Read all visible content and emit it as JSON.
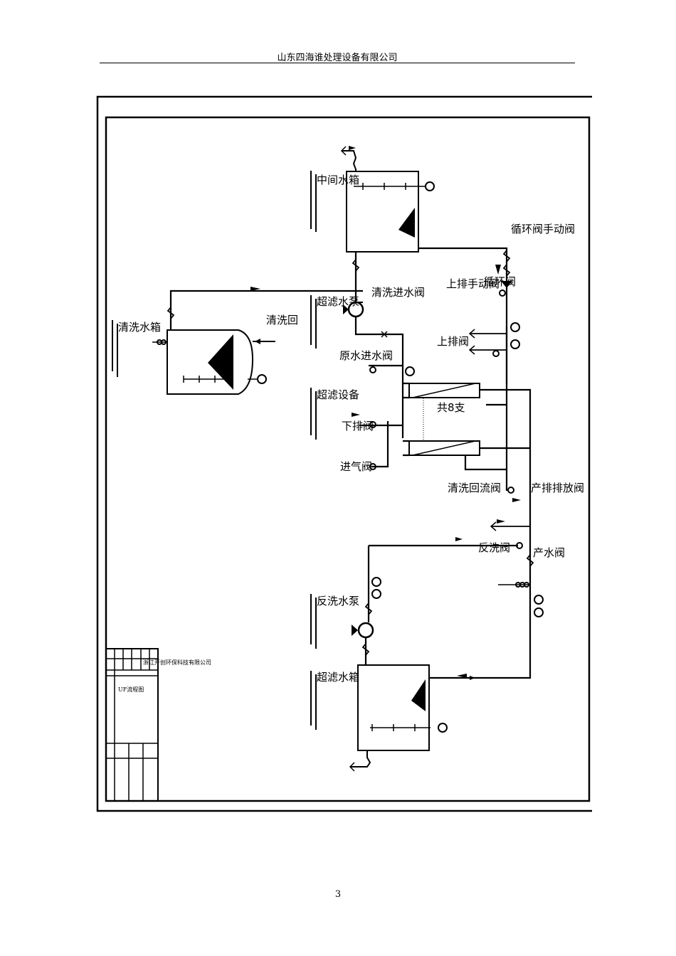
{
  "header": {
    "company": "山东四海谁处理设备有限公司"
  },
  "page_number": "3",
  "diagram": {
    "labels": {
      "intermediate_tank": "中间水箱",
      "circulation_manual_valve": "循环阀手动阀",
      "upper_drain_manual_valve": "上排手动阀",
      "circulation_valve": "循环阀",
      "uf_pump": "超滤水泵",
      "cleaning_inlet_valve": "清洗进水阀",
      "cleaning_tank": "清洗水箱",
      "cleaning_return": "清洗回",
      "upper_drain_valve": "上排阀",
      "raw_water_inlet_valve": "原水进水阀",
      "uf_equipment": "超滤设备",
      "total_8": "共8支",
      "lower_drain_valve": "下排阀",
      "air_inlet_valve": "进气阀",
      "cleaning_return_valve": "清洗回流阀",
      "product_drain_valve": "产排排放阀",
      "backwash_valve": "反洗阀",
      "product_water_valve": "产水阀",
      "backwash_pump": "反洗水泵",
      "uf_tank": "超滤水箱"
    },
    "title_block": {
      "company": "浙江开创环保科技有限公司",
      "drawing_name": "UF流程图"
    }
  }
}
